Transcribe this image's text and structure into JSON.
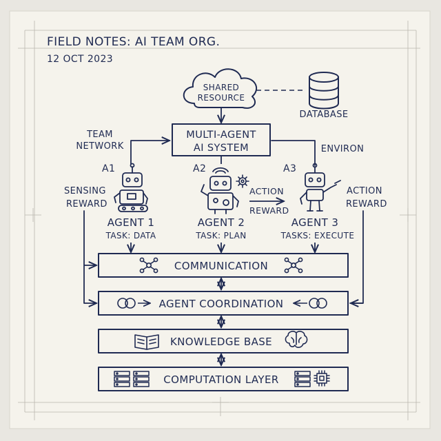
{
  "header": {
    "title": "FIELD NOTES: AI TEAM ORG.",
    "date": "12 OCT 2023"
  },
  "top": {
    "cloud_line1": "SHARED",
    "cloud_line2": "RESOURCE",
    "database_label": "DATABASE",
    "system_line1": "MULTI-AGENT",
    "system_line2": "AI SYSTEM",
    "team_line1": "TEAM",
    "team_line2": "NETWORK",
    "environ_label": "ENVIRON"
  },
  "agents": [
    {
      "id": "A1",
      "name": "AGENT 1",
      "task": "TASK: DATA"
    },
    {
      "id": "A2",
      "name": "AGENT 2",
      "task": "TASK: PLAN"
    },
    {
      "id": "A3",
      "name": "AGENT 3",
      "task": "TASKS: EXECUTE"
    }
  ],
  "side_labels": {
    "sensing": "SENSING",
    "reward_left": "REWARD",
    "action_mid": "ACTION",
    "reward_mid": "REWARD",
    "action_right": "ACTION",
    "reward_right": "REWARD"
  },
  "layers": {
    "communication": "COMMUNICATION",
    "coordination": "AGENT COORDINATION",
    "knowledge": "KNOWLEDGE BASE",
    "computation": "COMPUTATION LAYER"
  },
  "colors": {
    "ink": "#1f2a52",
    "paper": "#f5f3ec",
    "background": "#e9e7e1"
  }
}
